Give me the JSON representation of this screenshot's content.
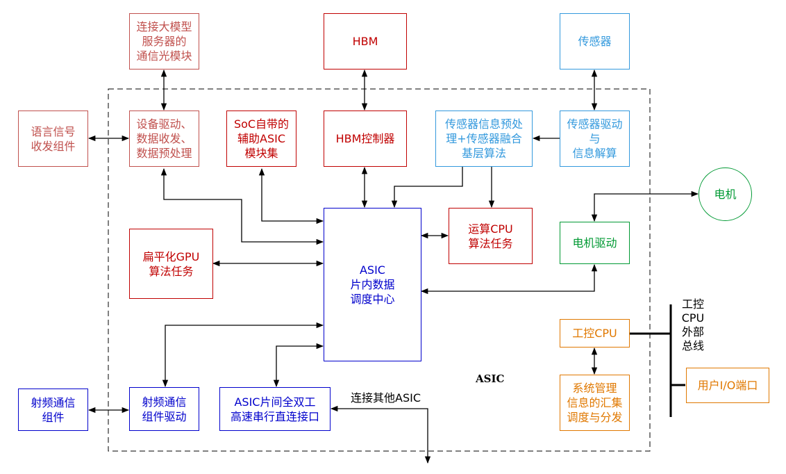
{
  "boxes": {
    "llm_optical": "连接大模型\n服务器的\n通信光模块",
    "hbm": "HBM",
    "sensor": "传感器",
    "voice_module": "语言信号\n收发组件",
    "device_driver": "设备驱动、\n数据收发、\n数据预处理",
    "soc_asic": "SoC自带的\n辅助ASIC\n模块集",
    "hbm_controller": "HBM控制器",
    "sensor_preprocess": "传感器信息预处\n理+传感器融合\n基层算法",
    "sensor_driver": "传感器驱动\n与\n信息解算",
    "motor": "电机",
    "motor_driver": "电机驱动",
    "compute_cpu": "运算CPU\n算法任务",
    "flat_gpu": "扁平化GPU\n算法任务",
    "asic_hub": "ASIC\n片内数据\n调度中心",
    "ic_cpu": "工控CPU",
    "sys_mgmt": "系统管理\n信息的汇集\n调度与分发",
    "user_io": "用户I/O端口",
    "rf_module": "射频通信\n组件",
    "rf_driver": "射频通信\n组件驱动",
    "asic_link": "ASIC片间全双工\n高速串行直连接口"
  },
  "labels": {
    "asic": "ASIC",
    "bus": "工控\nCPU\n外部\n总线",
    "other_asic": "连接其他ASIC"
  }
}
